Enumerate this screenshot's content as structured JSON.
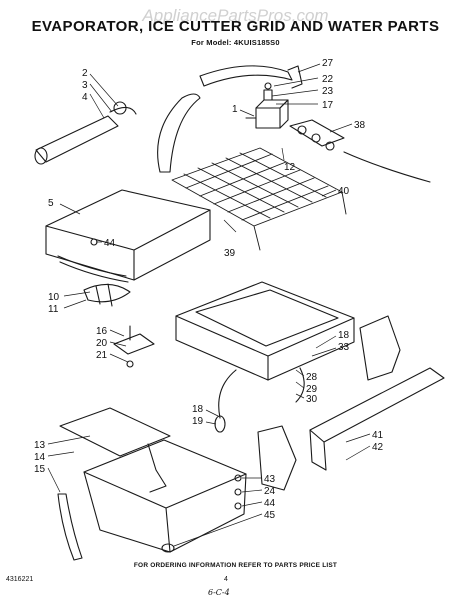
{
  "watermark": "AppliancePartsPros.com",
  "title": "EVAPORATOR, ICE CUTTER GRID AND WATER PARTS",
  "model": "For Model: 4KUIS185S0",
  "footer_note": "FOR ORDERING INFORMATION REFER TO PARTS PRICE LIST",
  "doc_number": "4316221",
  "page_number": "4",
  "handwritten_mark": "6-C-4",
  "callouts": [
    {
      "id": "c2",
      "label": "2"
    },
    {
      "id": "c3",
      "label": "3"
    },
    {
      "id": "c4",
      "label": "4"
    },
    {
      "id": "c27",
      "label": "27"
    },
    {
      "id": "c22",
      "label": "22"
    },
    {
      "id": "c23",
      "label": "23"
    },
    {
      "id": "c17",
      "label": "17"
    },
    {
      "id": "c1",
      "label": "1"
    },
    {
      "id": "c38",
      "label": "38"
    },
    {
      "id": "c12",
      "label": "12"
    },
    {
      "id": "c40",
      "label": "40"
    },
    {
      "id": "c5",
      "label": "5"
    },
    {
      "id": "c44a",
      "label": "44"
    },
    {
      "id": "c39",
      "label": "39"
    },
    {
      "id": "c10",
      "label": "10"
    },
    {
      "id": "c11",
      "label": "11"
    },
    {
      "id": "c16",
      "label": "16"
    },
    {
      "id": "c20",
      "label": "20"
    },
    {
      "id": "c21",
      "label": "21"
    },
    {
      "id": "c18a",
      "label": "18"
    },
    {
      "id": "c33",
      "label": "33"
    },
    {
      "id": "c28",
      "label": "28"
    },
    {
      "id": "c29",
      "label": "29"
    },
    {
      "id": "c30",
      "label": "30"
    },
    {
      "id": "c18b",
      "label": "18"
    },
    {
      "id": "c19",
      "label": "19"
    },
    {
      "id": "c41",
      "label": "41"
    },
    {
      "id": "c42",
      "label": "42"
    },
    {
      "id": "c13",
      "label": "13"
    },
    {
      "id": "c14",
      "label": "14"
    },
    {
      "id": "c15",
      "label": "15"
    },
    {
      "id": "c43",
      "label": "43"
    },
    {
      "id": "c24",
      "label": "24"
    },
    {
      "id": "c44b",
      "label": "44"
    },
    {
      "id": "c45",
      "label": "45"
    }
  ]
}
